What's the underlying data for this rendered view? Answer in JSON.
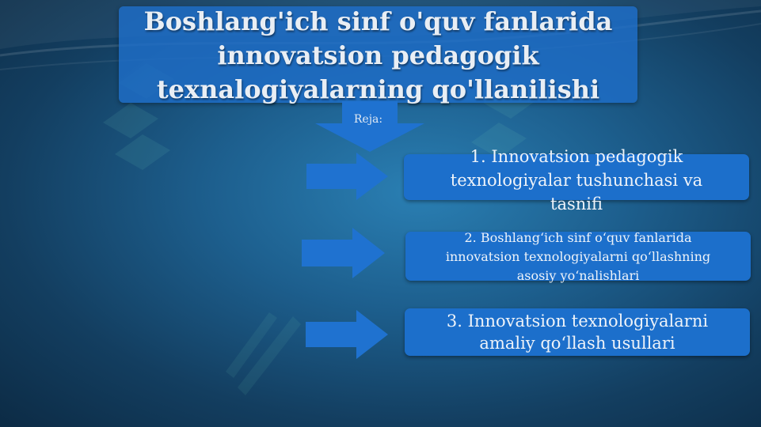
{
  "slide": {
    "title_lines": [
      "Boshlang'ich sinf o'quv fanlarida",
      "innovatsion pedagogik",
      "texnalogiyalarning qo'llanilishi"
    ],
    "plan_label": "Reja:",
    "items": [
      {
        "lines": [
          "1. Innovatsion pedagogik",
          "texnologiyalar tushunchasi va",
          "tasnifi"
        ]
      },
      {
        "lines": [
          "2. Boshlang‘ich sinf o‘quv fanlarida",
          "innovatsion texnologiyalarni qo‘llashning",
          "asosiy yo‘nalishlari"
        ]
      },
      {
        "lines": [
          "3. Innovatsion texnologiyalarni",
          "amaliy qo‘llash usullari"
        ]
      }
    ]
  },
  "colors": {
    "background": "#1d5f8e",
    "box_fill": "#1c6fcb",
    "arrow_fill": "#1f72d0",
    "text": "#eef3f9"
  },
  "icons": [
    "down-arrow-icon",
    "right-arrow-icon"
  ]
}
